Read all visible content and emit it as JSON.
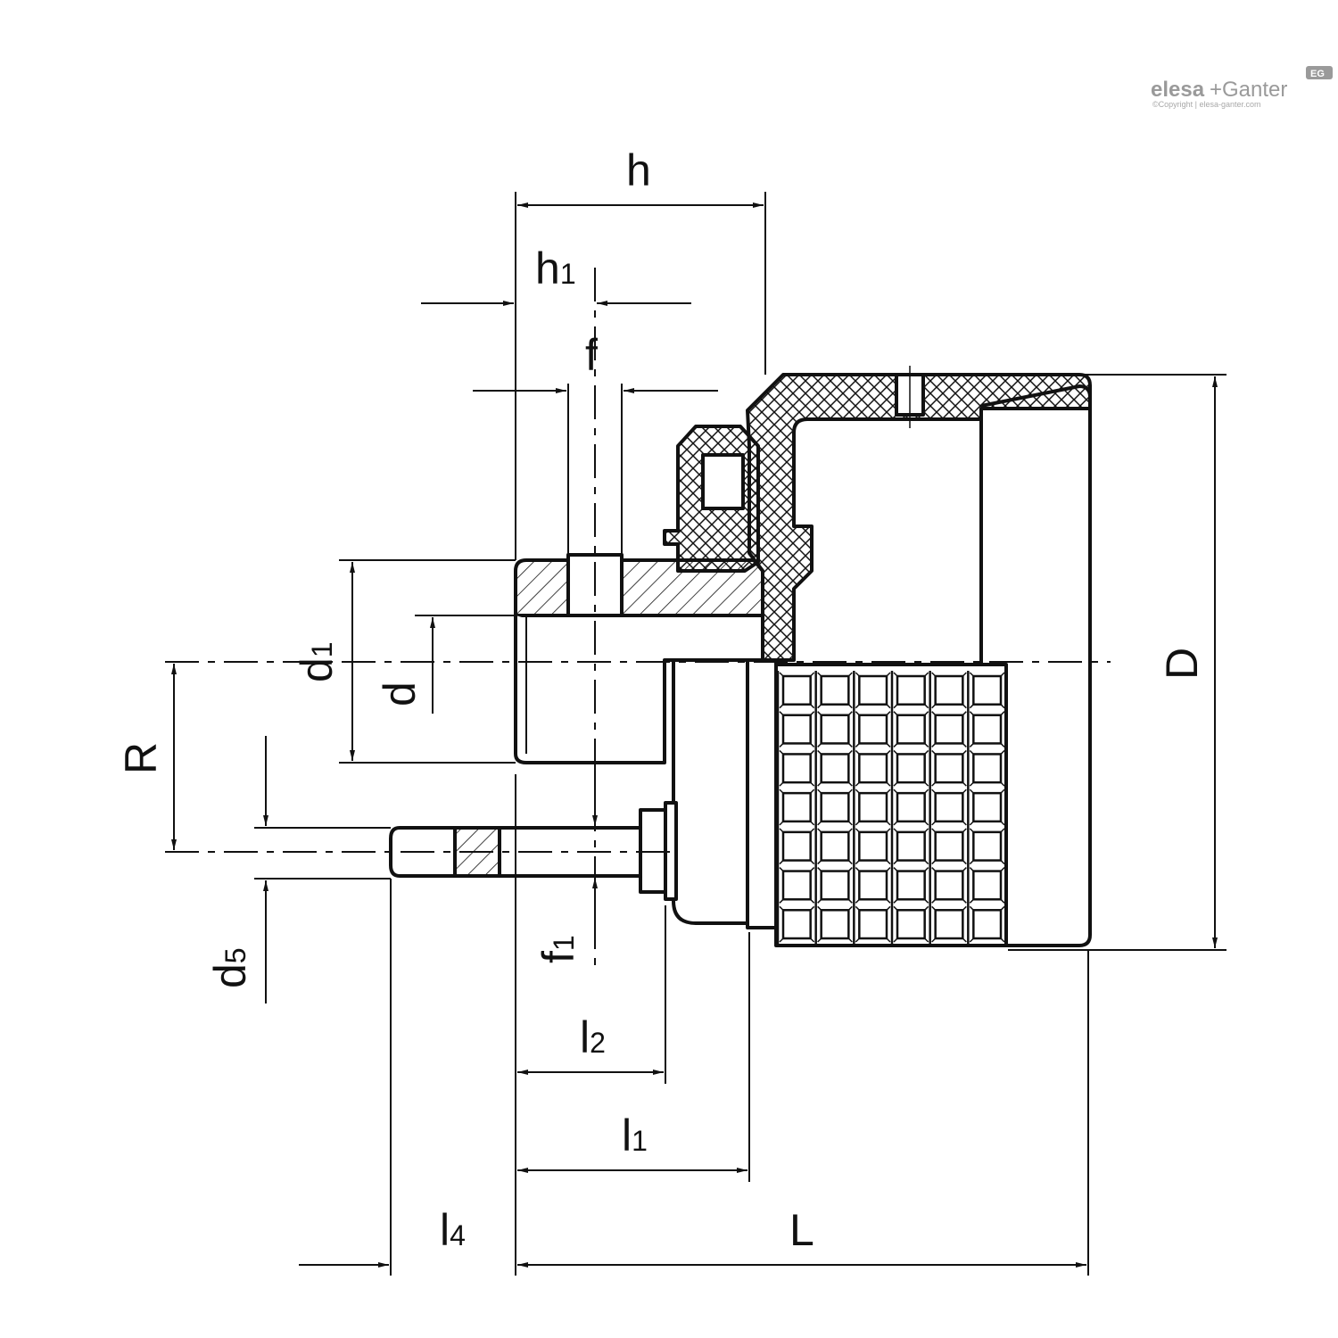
{
  "logo": {
    "brand_left": "elesa",
    "brand_right": "+Ganter",
    "mark": "EG",
    "copyright": "©Copyright | elesa-ganter.com"
  },
  "dimensions": {
    "h": "h",
    "h1": "h",
    "h1_sub": "1",
    "f": "f",
    "D": "D",
    "d1": "d",
    "d1_sub": "1",
    "d": "d",
    "R": "R",
    "d5": "d",
    "d5_sub": "5",
    "f1": "f",
    "f1_sub": "1",
    "l2": "l",
    "l2_sub": "2",
    "l1": "l",
    "l1_sub": "1",
    "l4": "l",
    "l4_sub": "4",
    "L": "L"
  },
  "colors": {
    "line": "#111111",
    "logo": "#9a9a9a"
  }
}
